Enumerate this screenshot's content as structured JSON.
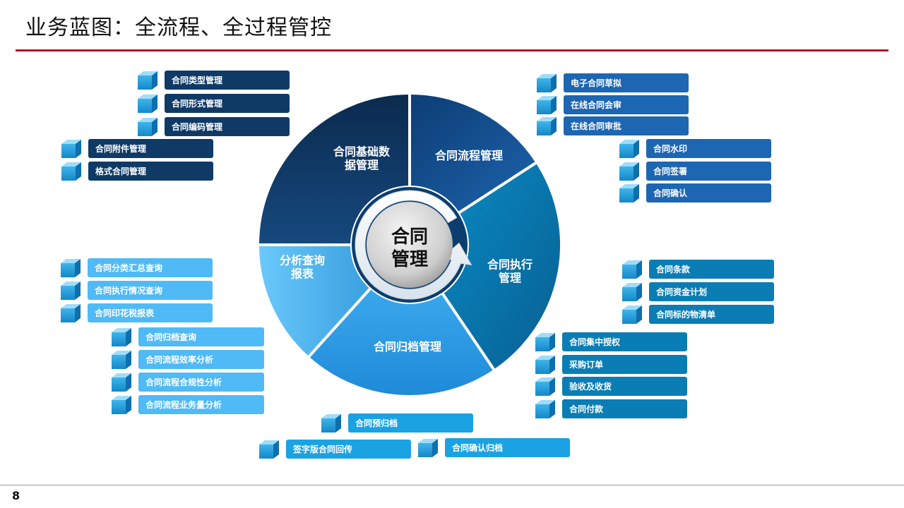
{
  "header": {
    "title": "业务蓝图：全流程、全过程管控"
  },
  "page_number": "8",
  "colors": {
    "accent": "#b0102a",
    "navy": "#0e3a66",
    "mid_blue": "#1f6fb8",
    "teal": "#0b79b0",
    "light_blue": "#49b6f2",
    "sky": "#5cc6f9"
  },
  "center": {
    "line1": "合同",
    "line2": "管理"
  },
  "segments": [
    {
      "id": "basic",
      "lines": [
        "合同基础数",
        "据管理"
      ]
    },
    {
      "id": "process",
      "lines": [
        "合同流程管理"
      ]
    },
    {
      "id": "execution",
      "lines": [
        "合同执行",
        "管理"
      ]
    },
    {
      "id": "archive",
      "lines": [
        "合同归档管理"
      ]
    },
    {
      "id": "analysis",
      "lines": [
        "分析查询",
        "报表"
      ]
    }
  ],
  "groups": {
    "basic": [
      "合同类型管理",
      "合同形式管理",
      "合同编码管理",
      "合同附件管理",
      "格式合同管理"
    ],
    "process": [
      "电子合同草拟",
      "在线合同会审",
      "在线合同审批",
      "合同水印",
      "合同签署",
      "合同确认"
    ],
    "execution": [
      "合同条款",
      "合同资金计划",
      "合同标的物清单",
      "合同集中授权",
      "采购订单",
      "验收及收货",
      "合同付款"
    ],
    "analysis": [
      "合同分类汇总查询",
      "合同执行情况查询",
      "合同印花税报表",
      "合同归档查询",
      "合同流程效率分析",
      "合同流程合规性分析",
      "合同流程业务量分析"
    ],
    "archive": [
      "合同预归档",
      "签字版合同回传",
      "合同确认归档"
    ]
  }
}
